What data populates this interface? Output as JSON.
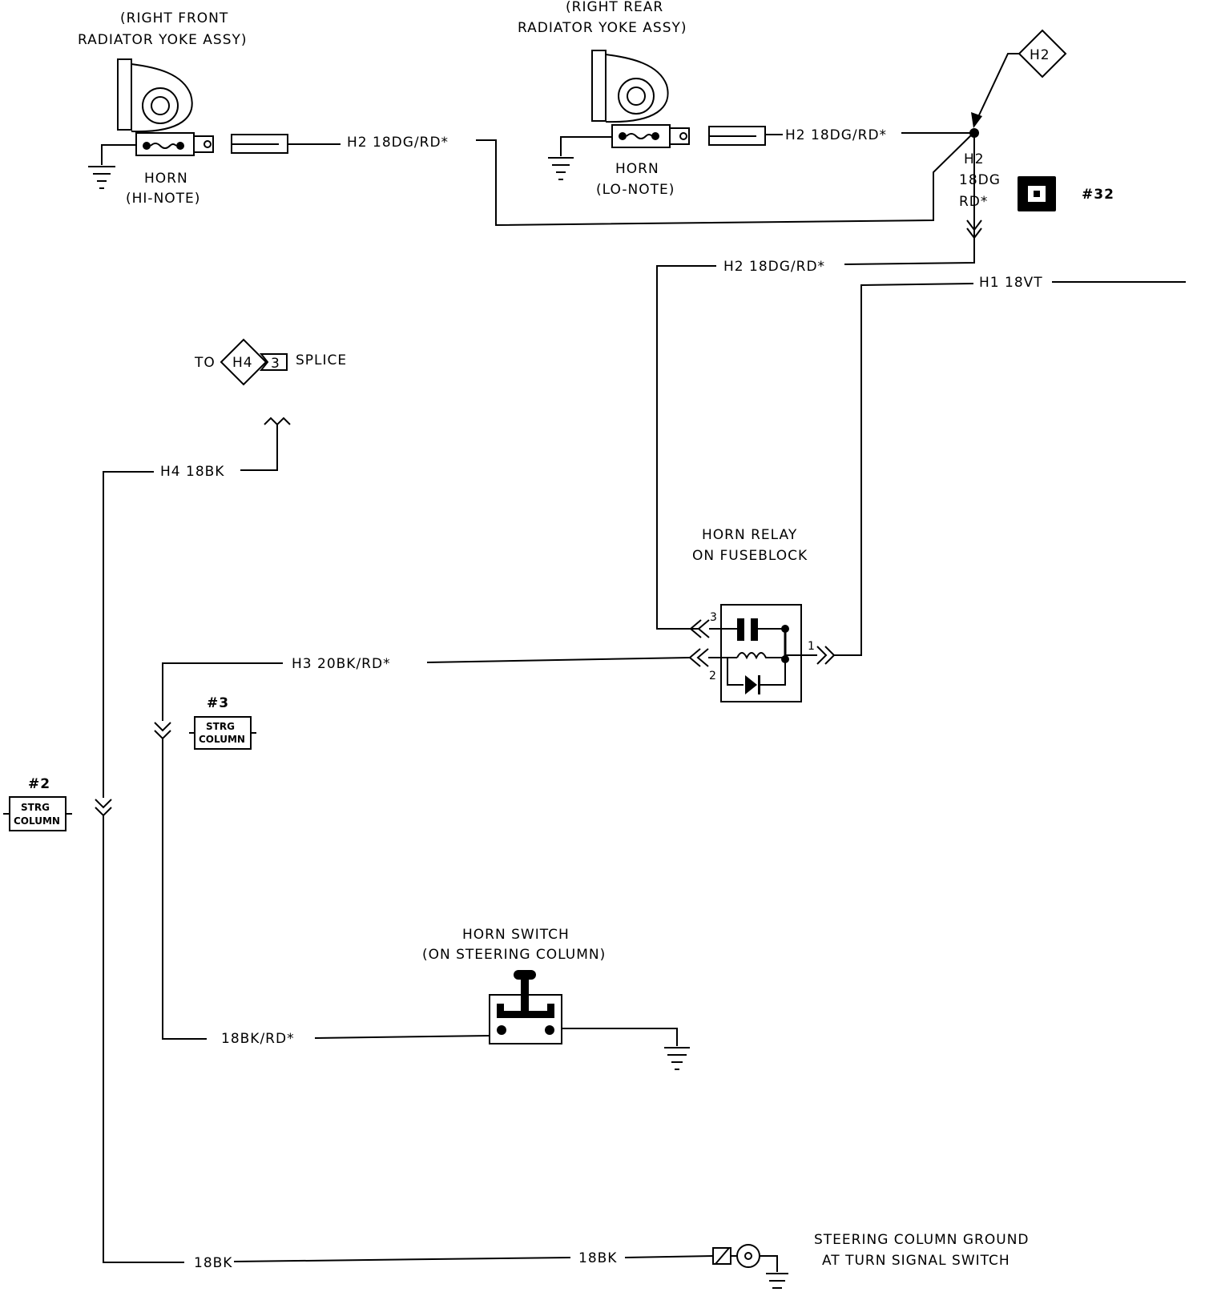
{
  "horn_hi": {
    "location_line1": "(RIGHT FRONT",
    "location_line2": "RADIATOR YOKE ASSY)",
    "label": "HORN",
    "note": "(HI-NOTE)",
    "wire": "H2 18DG/RD*"
  },
  "horn_lo": {
    "location_line1": "(RIGHT REAR",
    "location_line2": "RADIATOR YOKE ASSY)",
    "label": "HORN",
    "note": "(LO-NOTE)",
    "wire": "H2 18DG/RD*"
  },
  "splice_h2": {
    "id": "H2",
    "wire_line1": "H2",
    "wire_line2": "18DG",
    "wire_line3": "RD*",
    "connector_ref": "#32"
  },
  "relay_feed": {
    "wire_h2": "H2 18DG/RD*",
    "wire_h1": "H1 18VT"
  },
  "splice_ref": {
    "prefix": "TO",
    "id": "H4",
    "pin": "3",
    "suffix": "SPLICE"
  },
  "wires": {
    "h4": "H4 18BK",
    "h3": "H3 20BK/RD*",
    "switch_wire": "18BK/RD*",
    "gnd_wire_left": "18BK",
    "gnd_wire_right": "18BK"
  },
  "relay": {
    "title_line1": "HORN RELAY",
    "title_line2": "ON FUSEBLOCK",
    "pins": [
      "3",
      "2",
      "1"
    ]
  },
  "connectors": {
    "c3": {
      "ref": "#3",
      "line1": "STRG",
      "line2": "COLUMN"
    },
    "c2": {
      "ref": "#2",
      "line1": "STRG",
      "line2": "COLUMN"
    }
  },
  "horn_switch": {
    "title_line1": "HORN SWITCH",
    "title_line2": "(ON STEERING COLUMN)"
  },
  "column_ground": {
    "line1": "STEERING COLUMN GROUND",
    "line2": "AT TURN SIGNAL SWITCH"
  }
}
